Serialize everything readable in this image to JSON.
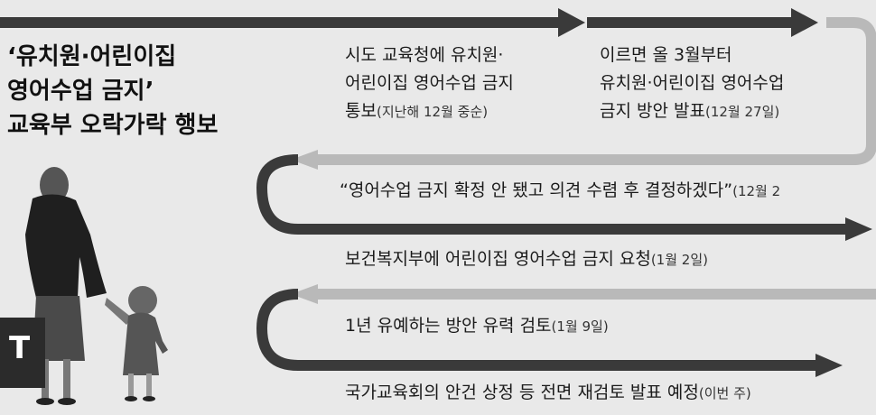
{
  "title": {
    "line1": "‘유치원·어린이집",
    "line2": "영어수업 금지’",
    "line3": "교육부 오락가락 행보"
  },
  "steps": [
    {
      "lines": [
        "시도 교육청에 유치원·",
        "어린이집 영어수업 금지",
        "통보"
      ],
      "note": "(지난해 12월 중순)"
    },
    {
      "lines": [
        "이르면 올 3월부터",
        "유치원·어린이집 영어수업",
        "금지 방안 발표"
      ],
      "note": "(12월 27일)"
    },
    {
      "lines": [
        "“영어수업 금지 확정 안 됐고 의견 수렴 후 결정하겠다”"
      ],
      "note": "(12월 2"
    },
    {
      "lines": [
        "보건복지부에 어린이집 영어수업 금지 요청"
      ],
      "note": "(1월 2일)"
    },
    {
      "lines": [
        "1년 유예하는 방안 유력 검토"
      ],
      "note": "(1월 9일)"
    },
    {
      "lines": [
        "국가교육회의 안건 상정 등 전면 재검토 발표 예정"
      ],
      "note": "(이번 주)"
    }
  ],
  "colors": {
    "background": "#e9e9e9",
    "arrow_dark": "#3a3a3a",
    "arrow_light": "#b9b9b9",
    "text": "#1a1a1a"
  },
  "logo_mark": "T"
}
